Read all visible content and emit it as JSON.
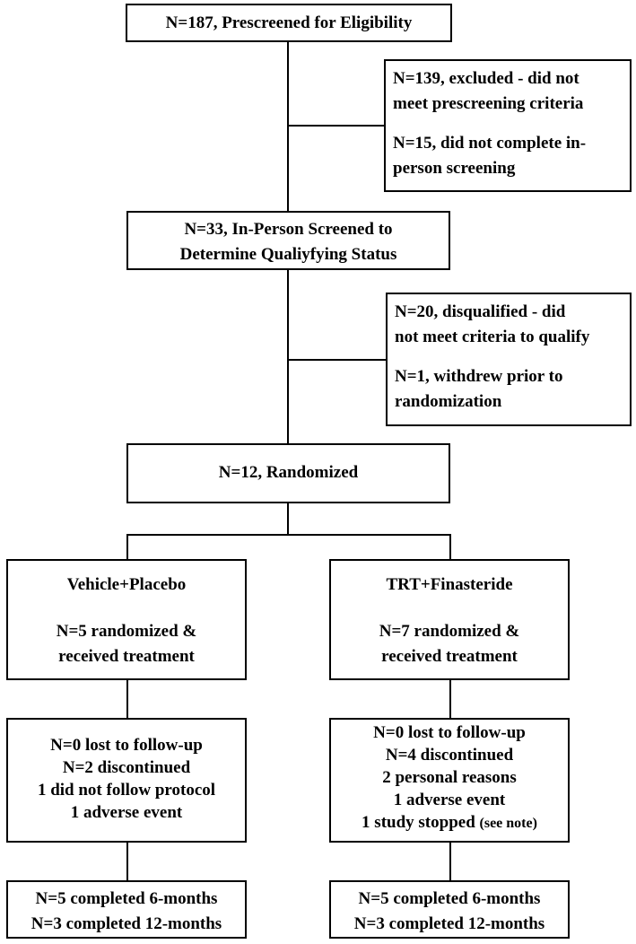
{
  "prescreen": {
    "line1": "N=187, Prescreened for Eligibility"
  },
  "exclusion1": {
    "line1": "N=139, excluded - did not",
    "line2": "meet prescreening criteria",
    "line3": "N=15, did not complete in-",
    "line4": "person screening"
  },
  "screened": {
    "line1": "N=33, In-Person Screened to",
    "line2": "Determine Qualiyfying Status"
  },
  "exclusion2": {
    "line1": "N=20, disqualified - did",
    "line2": "not meet criteria to qualify",
    "line3": "N=1, withdrew prior to",
    "line4": "randomization"
  },
  "randomized": {
    "line1": "N=12, Randomized"
  },
  "arm_left": {
    "title": "Vehicle+Placebo",
    "line1": "N=5 randomized &",
    "line2": "received treatment",
    "followup": [
      "N=0 lost to follow-up",
      "N=2 discontinued",
      "1 did not follow protocol",
      "1 adverse event"
    ],
    "completed": [
      "N=5 completed 6-months",
      "N=3 completed 12-months"
    ]
  },
  "arm_right": {
    "title": "TRT+Finasteride",
    "line1": "N=7 randomized &",
    "line2": "received treatment",
    "followup": [
      "N=0 lost to follow-up",
      "N=4 discontinued",
      "2 personal reasons",
      "1 adverse event",
      "1 study stopped",
      "(see note)"
    ],
    "completed": [
      "N=5 completed 6-months",
      "N=3 completed 12-months"
    ]
  }
}
